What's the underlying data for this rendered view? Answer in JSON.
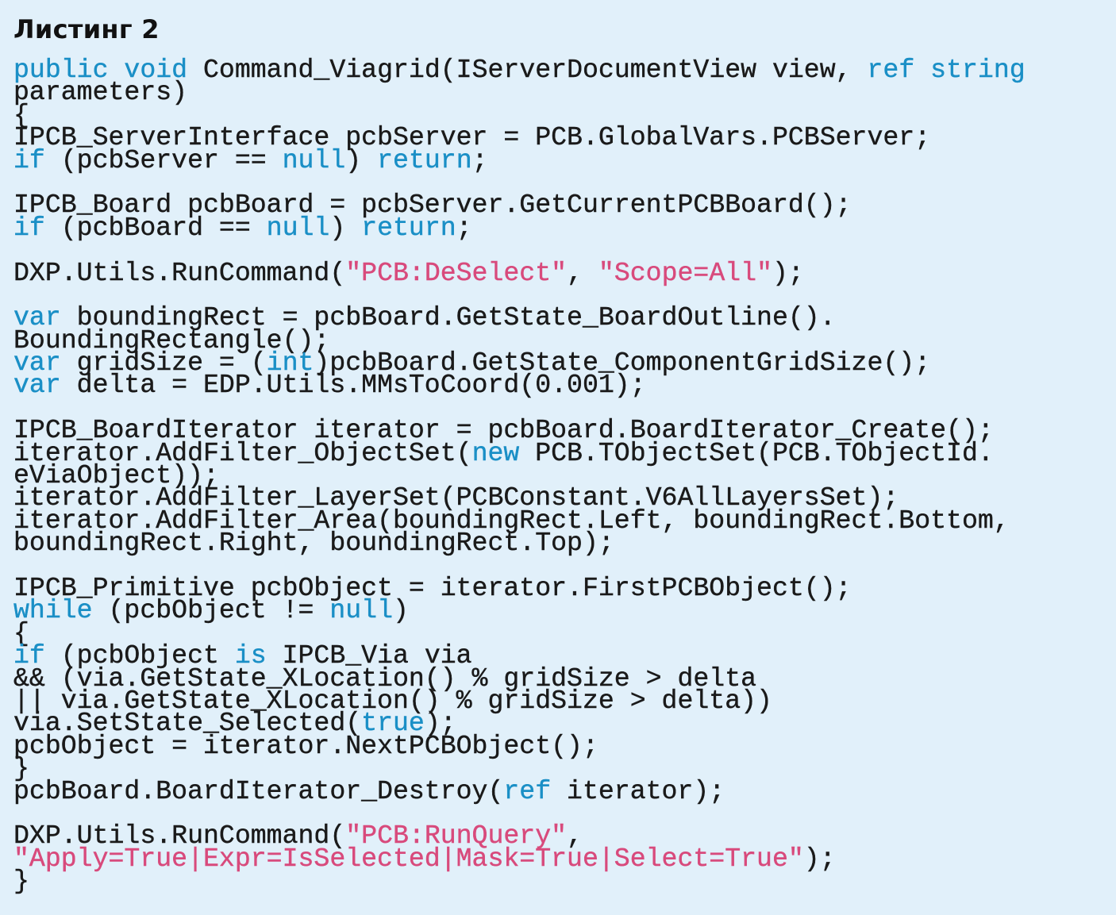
{
  "listing": {
    "title": "Листинг 2",
    "colors": {
      "background": "#e1f0fa",
      "text": "#1a1a1a",
      "keyword": "#1a8fc6",
      "string": "#d84a7c"
    },
    "lines": [
      [
        [
          "k",
          "public"
        ],
        [
          "p",
          " "
        ],
        [
          "k",
          "void"
        ],
        [
          "p",
          " Command_Viagrid(IServerDocumentView view, "
        ],
        [
          "k",
          "ref"
        ],
        [
          "p",
          " "
        ],
        [
          "k",
          "string"
        ]
      ],
      [
        [
          "p",
          "parameters)"
        ]
      ],
      [
        [
          "p",
          "{"
        ]
      ],
      [
        [
          "p",
          "IPCB_ServerInterface pcbServer = PCB.GlobalVars.PCBServer;"
        ]
      ],
      [
        [
          "k",
          "if"
        ],
        [
          "p",
          " (pcbServer == "
        ],
        [
          "k",
          "null"
        ],
        [
          "p",
          ") "
        ],
        [
          "k",
          "return"
        ],
        [
          "p",
          ";"
        ]
      ],
      [],
      [
        [
          "p",
          "IPCB_Board pcbBoard = pcbServer.GetCurrentPCBBoard();"
        ]
      ],
      [
        [
          "k",
          "if"
        ],
        [
          "p",
          " (pcbBoard == "
        ],
        [
          "k",
          "null"
        ],
        [
          "p",
          ") "
        ],
        [
          "k",
          "return"
        ],
        [
          "p",
          ";"
        ]
      ],
      [],
      [
        [
          "p",
          "DXP.Utils.RunCommand("
        ],
        [
          "s",
          "\"PCB:DeSelect\""
        ],
        [
          "p",
          ", "
        ],
        [
          "s",
          "\"Scope=All\""
        ],
        [
          "p",
          ");"
        ]
      ],
      [],
      [
        [
          "k",
          "var"
        ],
        [
          "p",
          " boundingRect = pcbBoard.GetState_BoardOutline()."
        ]
      ],
      [
        [
          "p",
          "BoundingRectangle();"
        ]
      ],
      [
        [
          "k",
          "var"
        ],
        [
          "p",
          " gridSize = ("
        ],
        [
          "k",
          "int"
        ],
        [
          "p",
          ")pcbBoard.GetState_ComponentGridSize();"
        ]
      ],
      [
        [
          "k",
          "var"
        ],
        [
          "p",
          " delta = EDP.Utils.MMsToCoord(0.001);"
        ]
      ],
      [],
      [
        [
          "p",
          "IPCB_BoardIterator iterator = pcbBoard.BoardIterator_Create();"
        ]
      ],
      [
        [
          "p",
          "iterator.AddFilter_ObjectSet("
        ],
        [
          "k",
          "new"
        ],
        [
          "p",
          " PCB.TObjectSet(PCB.TObjectId."
        ]
      ],
      [
        [
          "p",
          "eViaObject));"
        ]
      ],
      [
        [
          "p",
          "iterator.AddFilter_LayerSet(PCBConstant.V6AllLayersSet);"
        ]
      ],
      [
        [
          "p",
          "iterator.AddFilter_Area(boundingRect.Left, boundingRect.Bottom,"
        ]
      ],
      [
        [
          "p",
          "boundingRect.Right, boundingRect.Top);"
        ]
      ],
      [],
      [
        [
          "p",
          "IPCB_Primitive pcbObject = iterator.FirstPCBObject();"
        ]
      ],
      [
        [
          "k",
          "while"
        ],
        [
          "p",
          " (pcbObject != "
        ],
        [
          "k",
          "null"
        ],
        [
          "p",
          ")"
        ]
      ],
      [
        [
          "p",
          "{"
        ]
      ],
      [
        [
          "k",
          "if"
        ],
        [
          "p",
          " (pcbObject "
        ],
        [
          "k",
          "is"
        ],
        [
          "p",
          " IPCB_Via via"
        ]
      ],
      [
        [
          "p",
          "&& (via.GetState_XLocation() % gridSize > delta"
        ]
      ],
      [
        [
          "p",
          "|| via.GetState_XLocation() % gridSize > delta))"
        ]
      ],
      [
        [
          "p",
          "via.SetState_Selected("
        ],
        [
          "k",
          "true"
        ],
        [
          "p",
          ");"
        ]
      ],
      [
        [
          "p",
          "pcbObject = iterator.NextPCBObject();"
        ]
      ],
      [
        [
          "p",
          "}"
        ]
      ],
      [
        [
          "p",
          "pcbBoard.BoardIterator_Destroy("
        ],
        [
          "k",
          "ref"
        ],
        [
          "p",
          " iterator);"
        ]
      ],
      [],
      [
        [
          "p",
          "DXP.Utils.RunCommand("
        ],
        [
          "s",
          "\"PCB:RunQuery\""
        ],
        [
          "p",
          ","
        ]
      ],
      [
        [
          "s",
          "\"Apply=True|Expr=IsSelected|Mask=True|Select=True\""
        ],
        [
          "p",
          ");"
        ]
      ],
      [
        [
          "p",
          "}"
        ]
      ]
    ]
  }
}
